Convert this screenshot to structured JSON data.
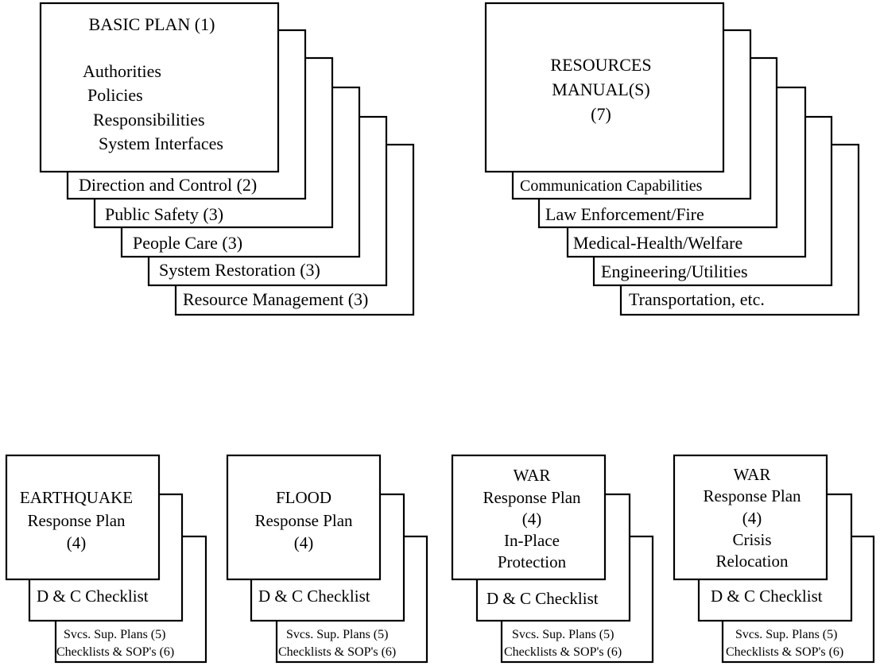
{
  "basic_plan": {
    "title": "BASIC PLAN (1)",
    "items": [
      "Authorities",
      "Policies",
      "Responsibilities",
      "System Interfaces"
    ],
    "tabs": [
      "Direction and Control (2)",
      "Public Safety (3)",
      "People Care (3)",
      "System Restoration (3)",
      "Resource Management (3)"
    ]
  },
  "resources_manual": {
    "title_lines": [
      "RESOURCES",
      "MANUAL(S)",
      "(7)"
    ],
    "tabs": [
      "Communication Capabilities",
      "Law Enforcement/Fire",
      "Medical-Health/Welfare",
      "Engineering/Utilities",
      "Transportation, etc."
    ]
  },
  "response_plans": [
    {
      "title_lines": [
        "EARTHQUAKE",
        "Response Plan",
        "(4)"
      ],
      "checklist": "D & C Checklist",
      "sub_lines": [
        "Svcs. Sup. Plans (5)",
        "Checklists & SOP's (6)"
      ]
    },
    {
      "title_lines": [
        "FLOOD",
        "Response Plan",
        "(4)"
      ],
      "checklist": "D & C Checklist",
      "sub_lines": [
        "Svcs. Sup. Plans (5)",
        "Checklists & SOP's (6)"
      ]
    },
    {
      "title_lines": [
        "WAR",
        "Response Plan",
        "(4)",
        "In-Place",
        "Protection"
      ],
      "checklist": "D & C Checklist",
      "sub_lines": [
        "Svcs. Sup. Plans (5)",
        "Checklists & SOP's (6)"
      ]
    },
    {
      "title_lines": [
        "WAR",
        "Response Plan",
        "(4)",
        "Crisis",
        "Relocation"
      ],
      "checklist": "D & C Checklist",
      "sub_lines": [
        "Svcs. Sup. Plans (5)",
        "Checklists & SOP's (6)"
      ]
    }
  ]
}
